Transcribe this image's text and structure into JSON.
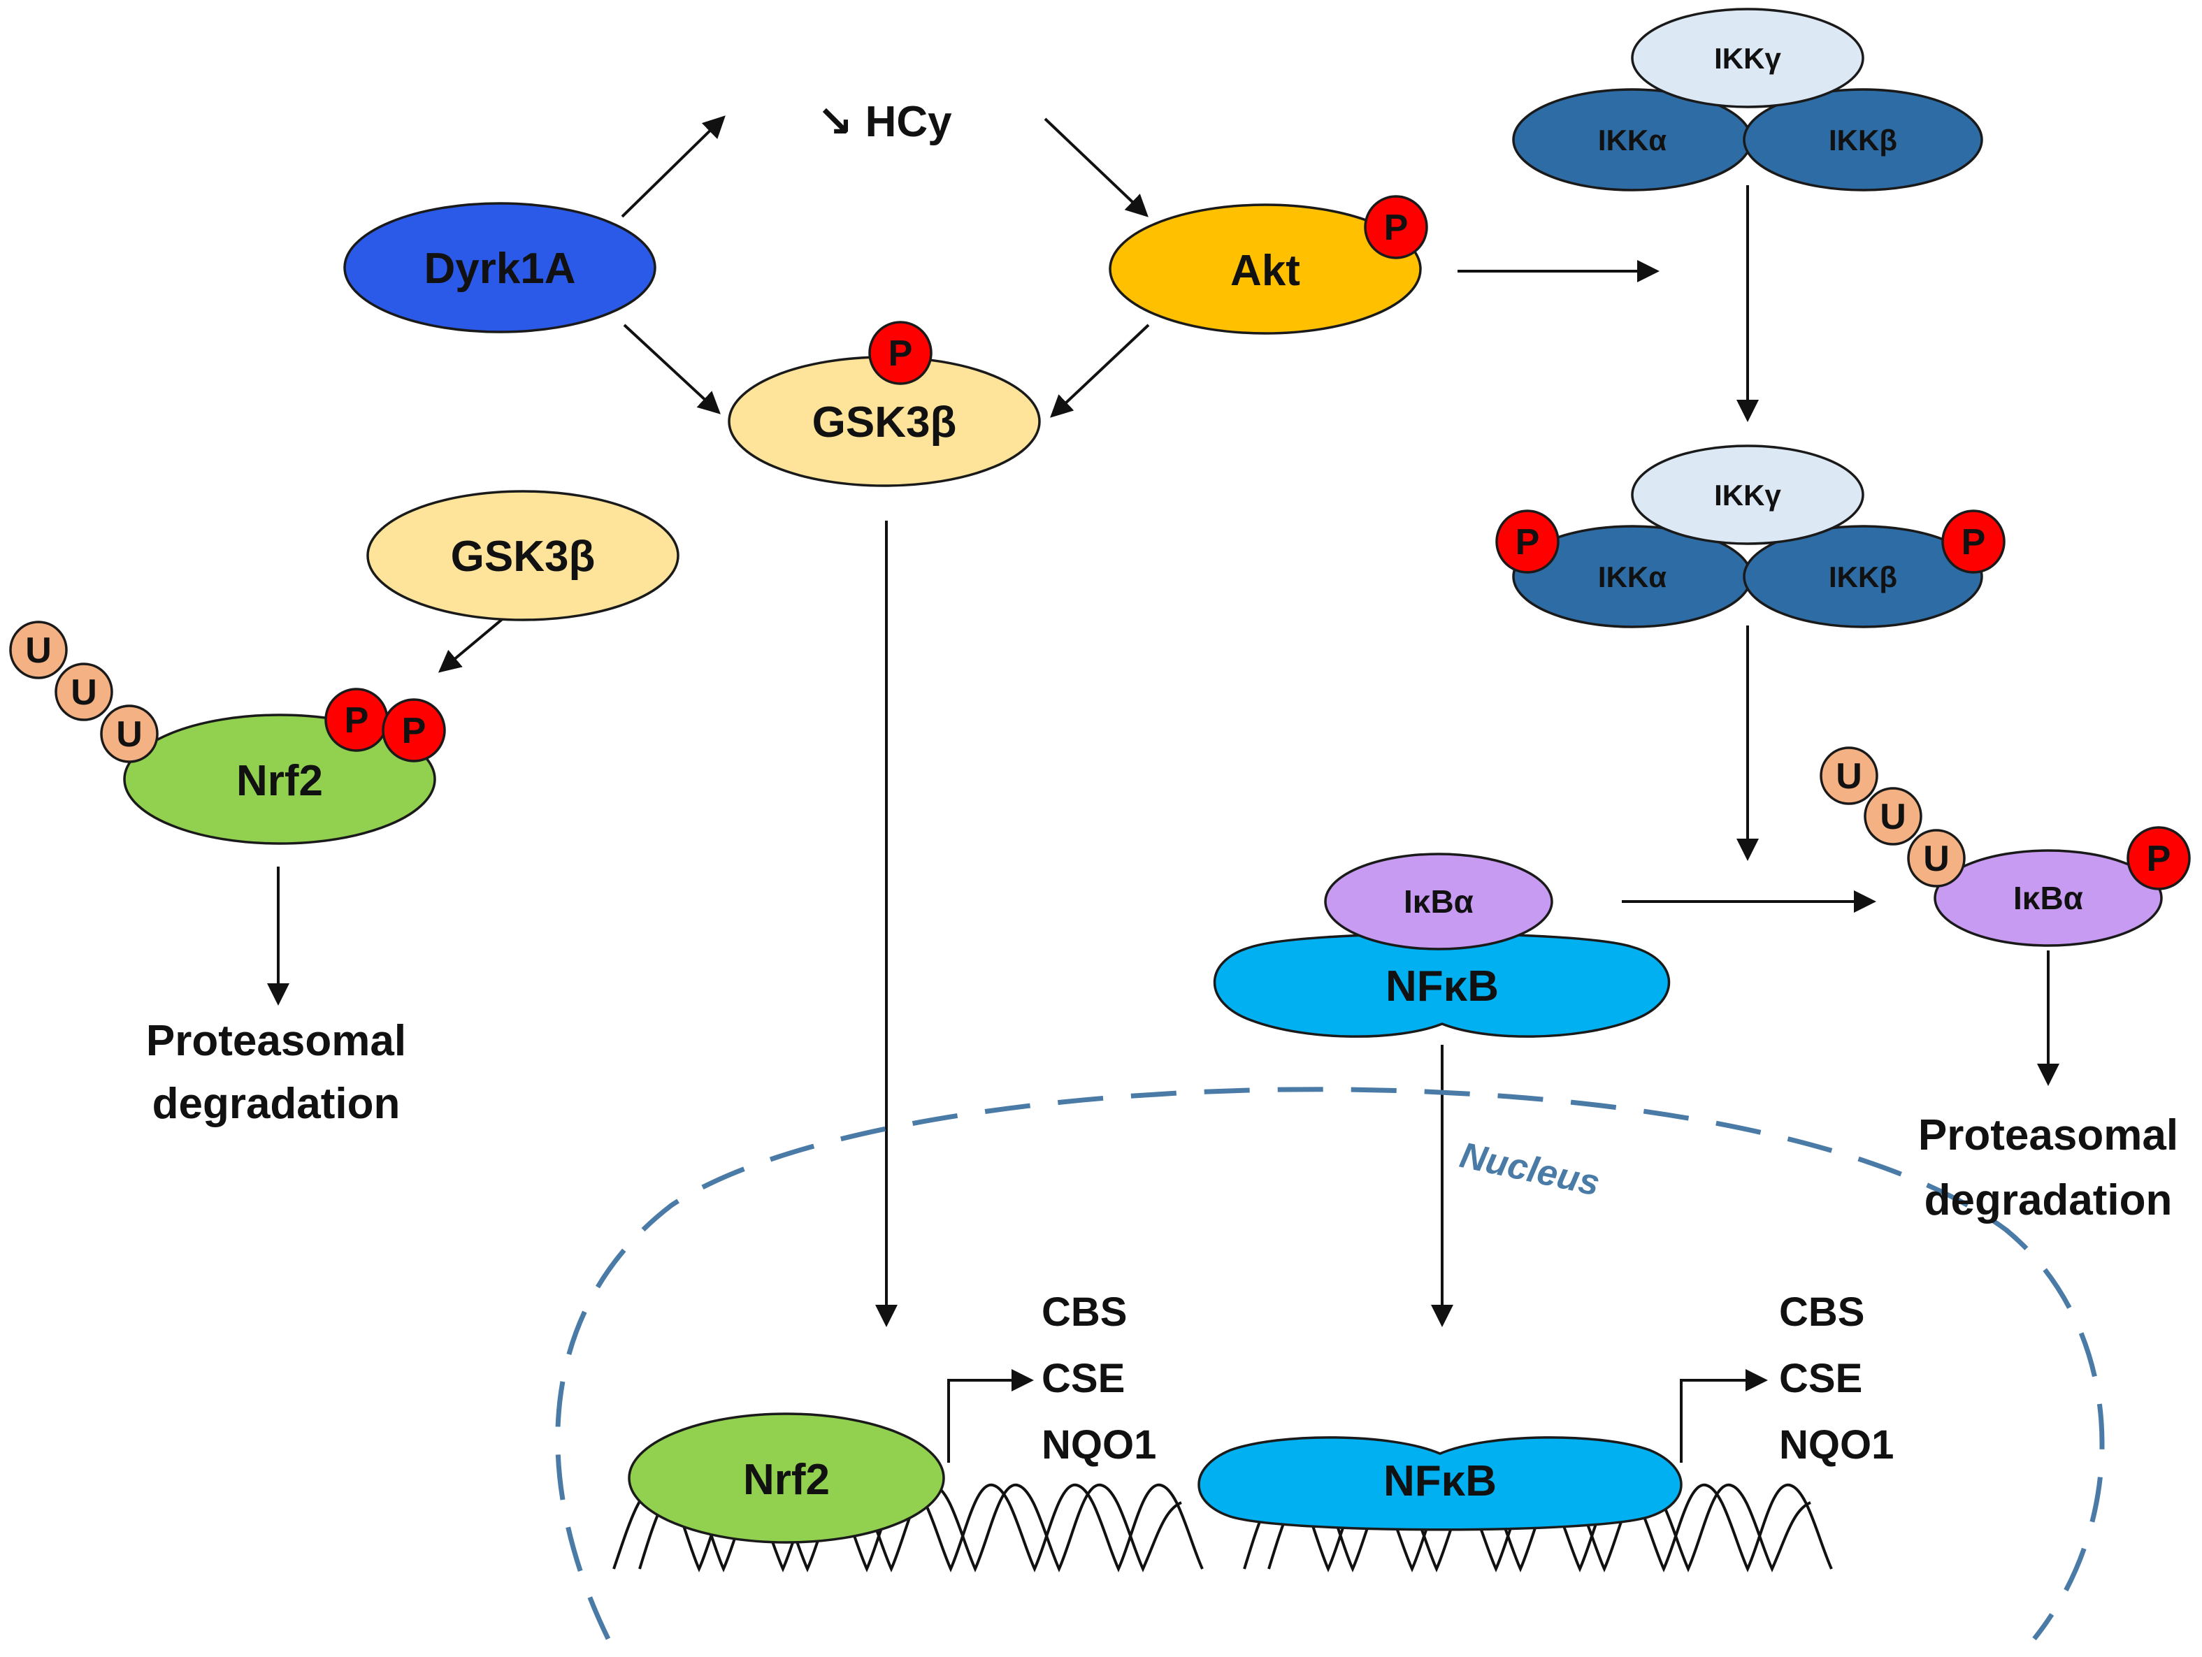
{
  "labels": {
    "dyrk1a": "Dyrk1A",
    "hcy": "↘ HCy",
    "akt": "Akt",
    "gsk3b_top": "GSK3β",
    "gsk3b_left": "GSK3β",
    "nrf2_cyto": "Nrf2",
    "ikk_gamma_1": "IKKγ",
    "ikk_alpha_1": "IKKα",
    "ikk_beta_1": "IKKβ",
    "ikk_gamma_2": "IKKγ",
    "ikk_alpha_2": "IKKα",
    "ikk_beta_2": "IKKβ",
    "ikba_bound": "IκBα",
    "nfkb_cyto": "NFκB",
    "ikba_free": "IκBα",
    "nrf2_nuc": "Nrf2",
    "nfkb_nuc": "NFκB",
    "nucleus": "Nucleus",
    "proteasomal_left_1": "Proteasomal",
    "proteasomal_left_2": "degradation",
    "proteasomal_right_1": "Proteasomal",
    "proteasomal_right_2": "degradation",
    "phospho": "P",
    "ubiquitin": "U"
  },
  "genes_left": [
    "CBS",
    "CSE",
    "NQO1"
  ],
  "genes_right": [
    "CBS",
    "CSE",
    "NQO1"
  ],
  "colors": {
    "dyrk1a": "#2b59e8",
    "akt": "#ffc000",
    "gsk3b": "#fde49a",
    "nrf2": "#92d050",
    "ikk_gamma": "#dce8f4",
    "ikk_dark": "#2e6ca6",
    "ikba": "#c79bf2",
    "nfkb": "#00b0f0",
    "phospho": "#ff0000",
    "ubiquitin": "#f4b183",
    "nucleus": "#4a7aa6"
  }
}
